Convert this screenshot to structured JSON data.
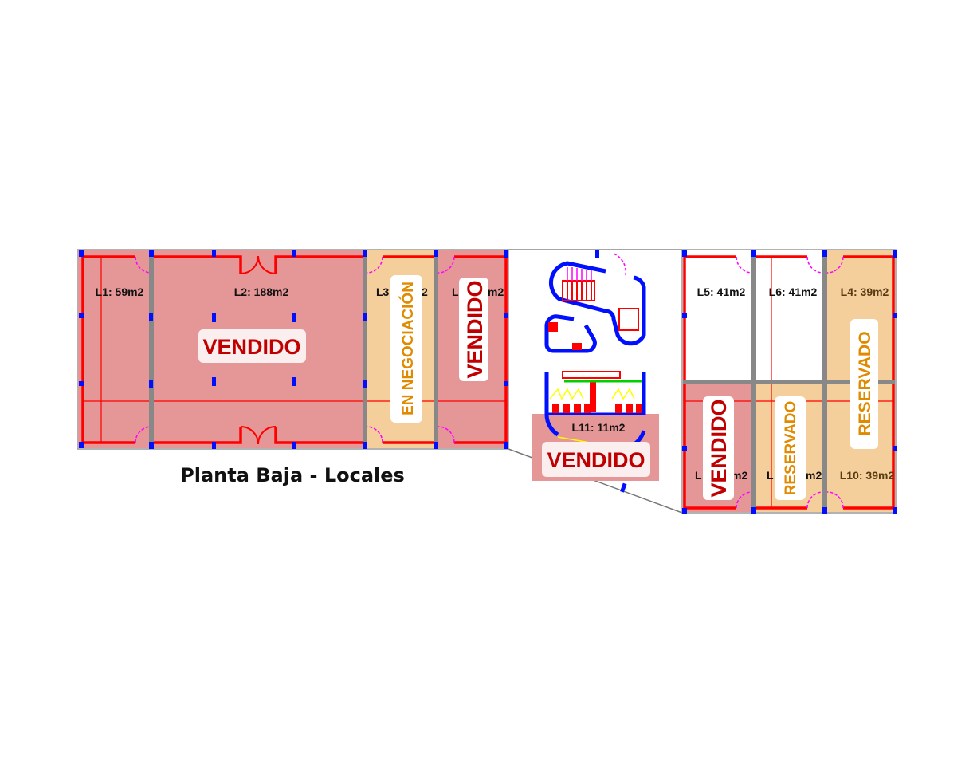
{
  "title": "Planta Baja - Locales",
  "colors": {
    "sold": "#e59696",
    "reserved": "#f4cf9c",
    "free": "#ffffff",
    "sold_text": "#c00000",
    "reserved_text": "#e08a00",
    "wall": "#ff0000",
    "column": "#0010ff"
  },
  "left_block": {
    "units": [
      {
        "label": "L1: 59m2",
        "status": "sold"
      },
      {
        "label": "L2: 188m2",
        "status": "sold",
        "badge": "VENDIDO"
      },
      {
        "label_start": "L3",
        "label_end": "2",
        "status": "negotiation",
        "badge": "EN NEGOCIACIÓN"
      },
      {
        "label_start": "L",
        "label_end": "m2",
        "status": "sold",
        "badge": "VENDIDO"
      }
    ]
  },
  "core": {
    "label": "L11: 11m2",
    "status": "sold",
    "badge": "VENDIDO"
  },
  "right_block": {
    "units": [
      {
        "label": "L5: 41m2",
        "status": "free"
      },
      {
        "label": "L6: 41m2",
        "status": "free"
      },
      {
        "label": "L4: 39m2",
        "status": "reserved",
        "badge": "RESERVADO"
      },
      {
        "label_start": "L",
        "label_end": "m2",
        "status": "sold",
        "badge": "VENDIDO"
      },
      {
        "label_start": "L",
        "label_end": "m2",
        "status": "reserved",
        "badge": "RESERVADO"
      },
      {
        "label": "L10: 39m2",
        "status": "reserved"
      }
    ]
  }
}
